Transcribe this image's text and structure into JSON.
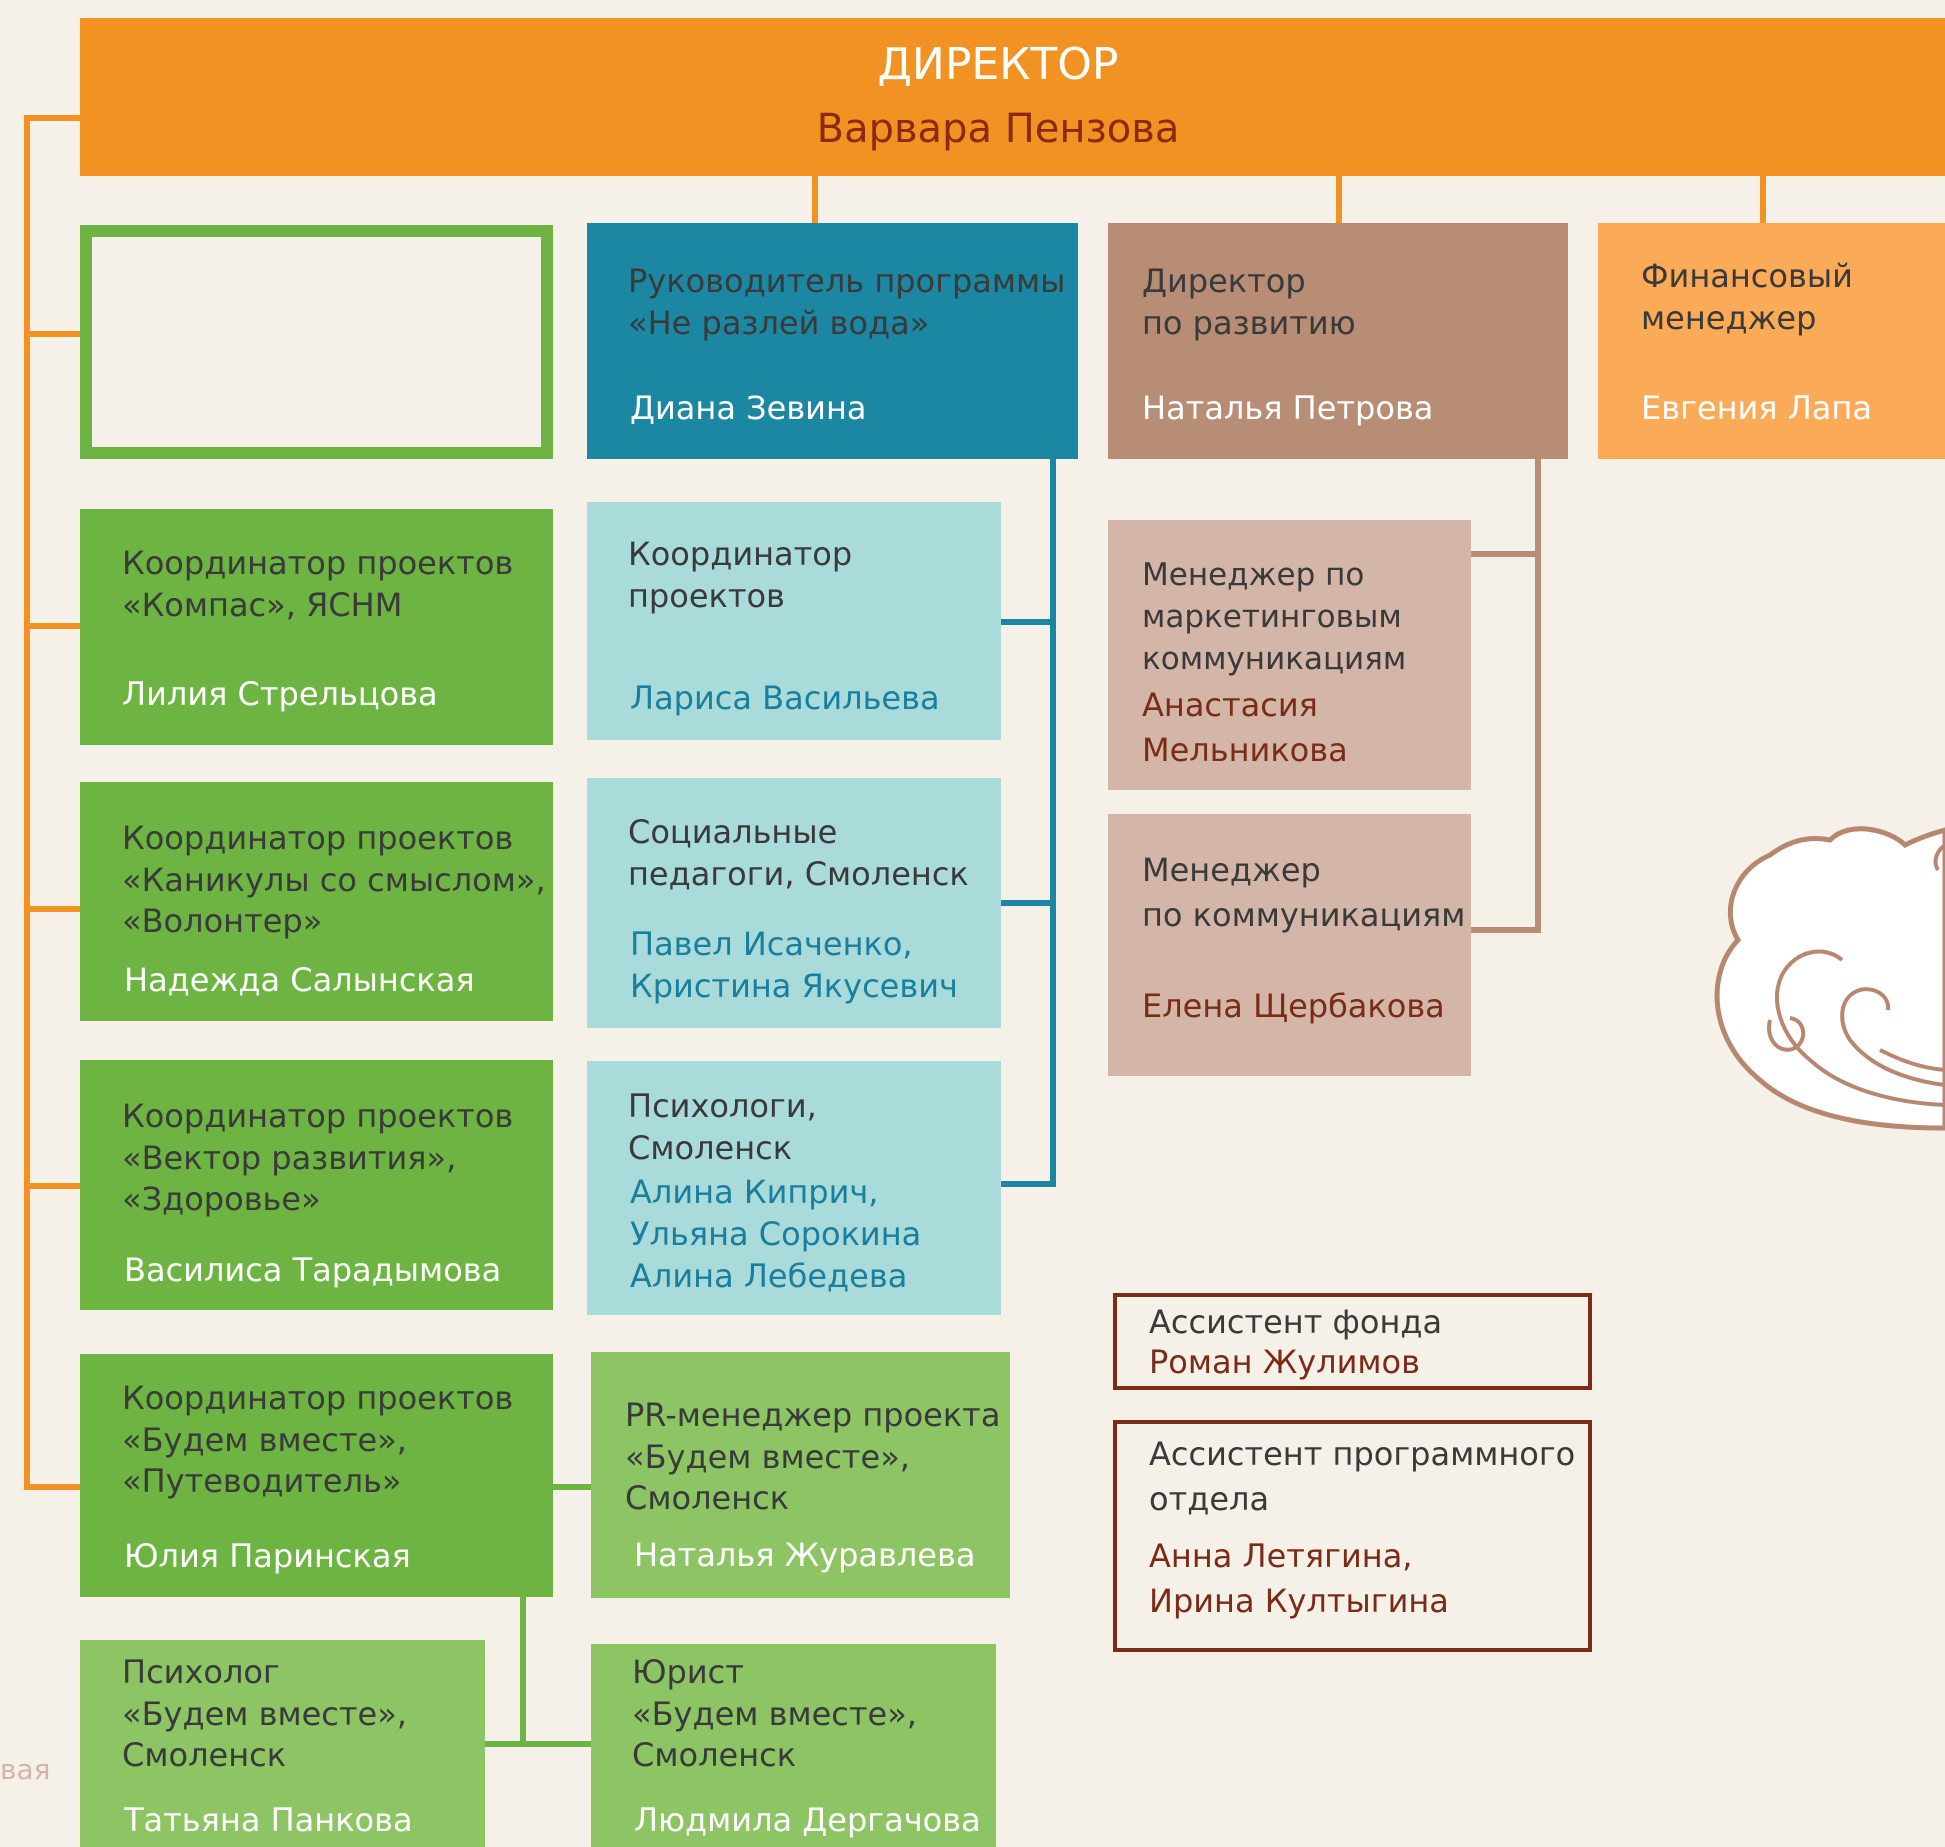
{
  "colors": {
    "background": "#f5f1e8",
    "director_bar": "#f29222",
    "director_title": "#ffffff",
    "director_name": "#8b2a0e",
    "teal_dark": "#1b87a3",
    "teal_light": "#aadbdb",
    "teal_text": "#1a7f9e",
    "brown": "#b78d75",
    "brown_light": "#d4b6a9",
    "brown_name": "#7a2c17",
    "orange_light": "#fbab58",
    "green": "#6db443",
    "green_light": "#8dc564",
    "green_empty_border": "#6db443",
    "outline_box_border": "#7a2c17",
    "dark_text": "#3a3a3a",
    "cloud_stroke": "#b78770"
  },
  "director": {
    "title": "ДИРЕКТОР",
    "name": "Варвара Пензова"
  },
  "top_row": [
    {
      "role": "Руководитель программы\n«Не разлей вода»",
      "name": "Диана Зевина"
    },
    {
      "role": "Директор\nпо развитию",
      "name": "Наталья Петрова"
    },
    {
      "role": "Финансовый\nменеджер",
      "name": "Евгения Лапа"
    }
  ],
  "left_column": [
    {
      "role": "Координатор проектов\n«Компас», ЯСНМ",
      "name": "Лилия Стрельцова"
    },
    {
      "role": "Координатор проектов\n«Каникулы со смыслом»,\n«Волонтер»",
      "name": "Надежда Салынская"
    },
    {
      "role": "Координатор проектов\n«Вектор развития»,\n«Здоровье»",
      "name": "Василиса Тарадымова"
    },
    {
      "role": "Координатор проектов\n«Будем вместе»,\n«Путеводитель»",
      "name": "Юлия Паринская"
    }
  ],
  "program_column": [
    {
      "role": "Координатор\nпроектов",
      "name": "Лариса Васильева"
    },
    {
      "role": "Социальные\nпедагоги, Смоленск",
      "name": "Павел Исаченко,\nКристина Якусевич"
    },
    {
      "role": "Психологи,\nСмоленск",
      "name": "Алина Киприч,\nУльяна Сорокина\nАлина Лебедева"
    }
  ],
  "development_column": [
    {
      "role": "Менеджер по\nмаркетинговым\nкоммуникациям",
      "name": "Анастасия\nМельникова"
    },
    {
      "role": "Менеджер\nпо коммуникациям",
      "name": "Елена Щербакова"
    }
  ],
  "bottom_group": [
    {
      "role": "PR-менеджер проекта\n«Будем вместе»,\nСмоленск",
      "name": "Наталья Журавлева"
    },
    {
      "role": "Психолог\n«Будем вместе»,\nСмоленск",
      "name": "Татьяна Панкова"
    },
    {
      "role": "Юрист\n«Будем вместе»,\nСмоленск",
      "name": "Людмила Дергачова"
    }
  ],
  "assistants": [
    {
      "role": "Ассистент фонда",
      "name": "Роман Жулимов"
    },
    {
      "role": "Ассистент программного\nотдела",
      "name": "Анна Летягина,\nИрина Култыгина"
    }
  ],
  "edge_fragment": "вая",
  "icons": {
    "cloud": "cloud-illustration"
  }
}
